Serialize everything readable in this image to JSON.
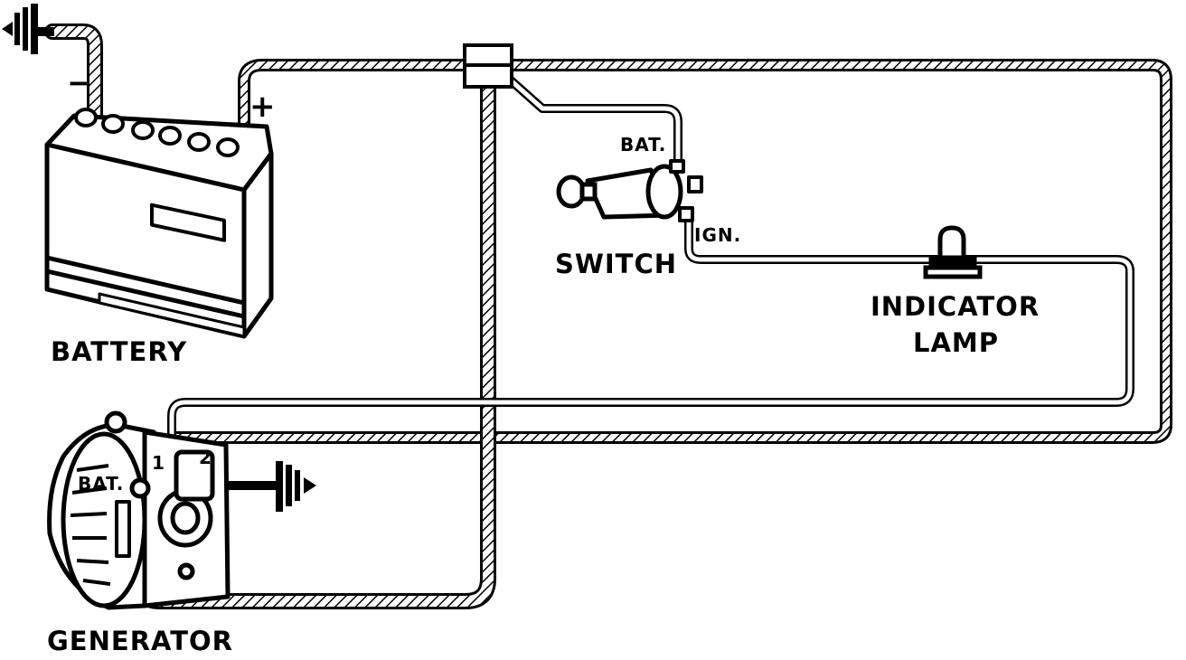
{
  "labels": {
    "battery": "BATTERY",
    "generator": "GENERATOR",
    "switch": "SWITCH",
    "indicator_lamp_line1": "INDICATOR",
    "indicator_lamp_line2": "LAMP",
    "switch_bat": "BAT.",
    "switch_ign": "IGN.",
    "generator_bat": "BAT.",
    "terminal_1": "1",
    "terminal_2": "2",
    "battery_negative": "−",
    "battery_positive": "+"
  },
  "colors": {
    "ink": "#000000",
    "paper": "#ffffff"
  },
  "icons": [
    "ground-symbol",
    "key-icon",
    "lamp-bulb-icon",
    "battery-cap-icon"
  ]
}
